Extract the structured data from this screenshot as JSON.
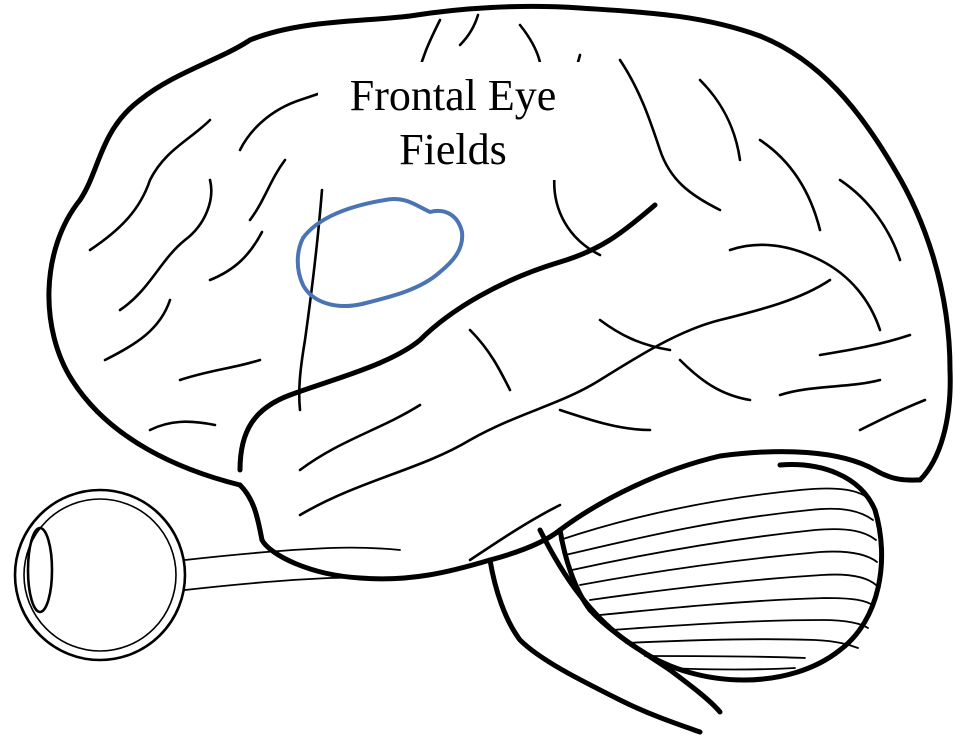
{
  "label": {
    "line1": "Frontal Eye",
    "line2": "Fields"
  },
  "colors": {
    "background": "#ffffff",
    "line": "#000000",
    "highlight": "#4a74b4"
  },
  "icons": [
    "eye-icon",
    "brain-illustration"
  ]
}
